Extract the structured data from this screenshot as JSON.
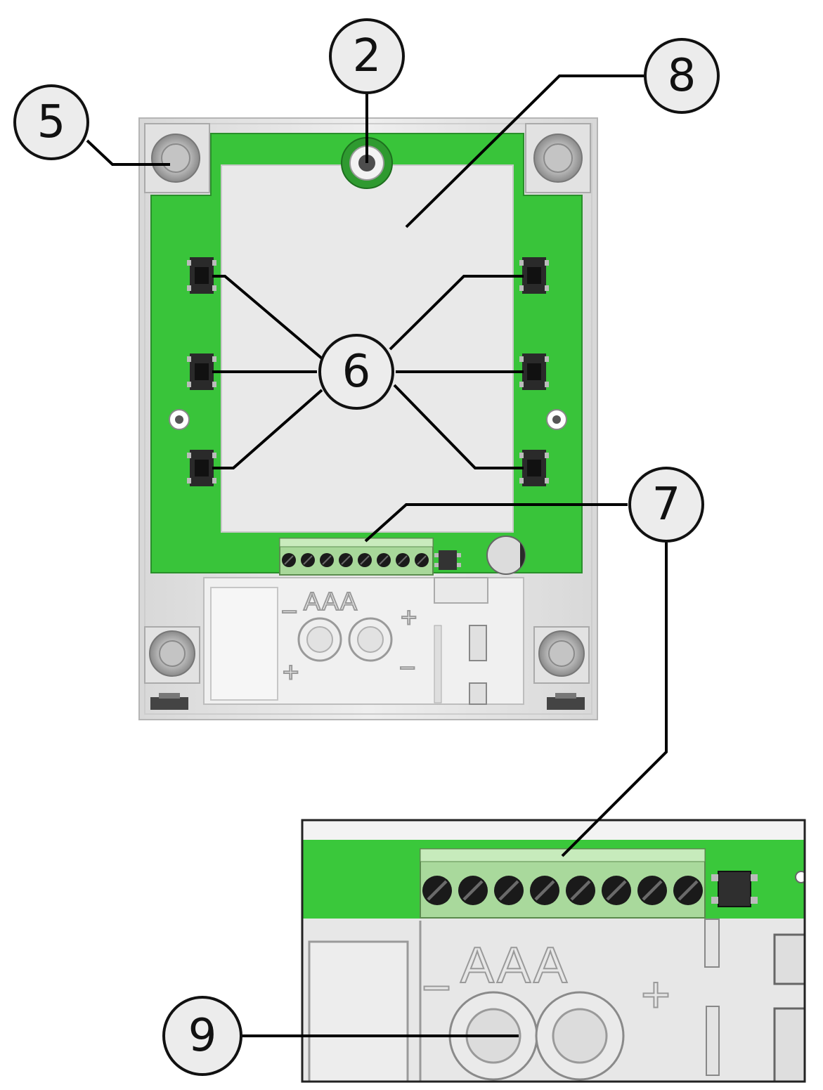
{
  "diagram": {
    "battery_marking": "AAA",
    "plus_sign": "+",
    "minus_sign": "−",
    "colors": {
      "pcb_green": "#39c43a",
      "housing": "#e6e6e6",
      "terminal_block": "#a8d89a",
      "leader_line": "#000000"
    },
    "callouts": [
      {
        "id": "2",
        "label": "2",
        "target": "center-screw"
      },
      {
        "id": "5",
        "label": "5",
        "target": "mounting-hole"
      },
      {
        "id": "6",
        "label": "6",
        "target": "push-buttons"
      },
      {
        "id": "7",
        "label": "7",
        "target": "terminal-block"
      },
      {
        "id": "8",
        "label": "8",
        "target": "display-module"
      },
      {
        "id": "9",
        "label": "9",
        "target": "battery-contacts"
      }
    ]
  }
}
